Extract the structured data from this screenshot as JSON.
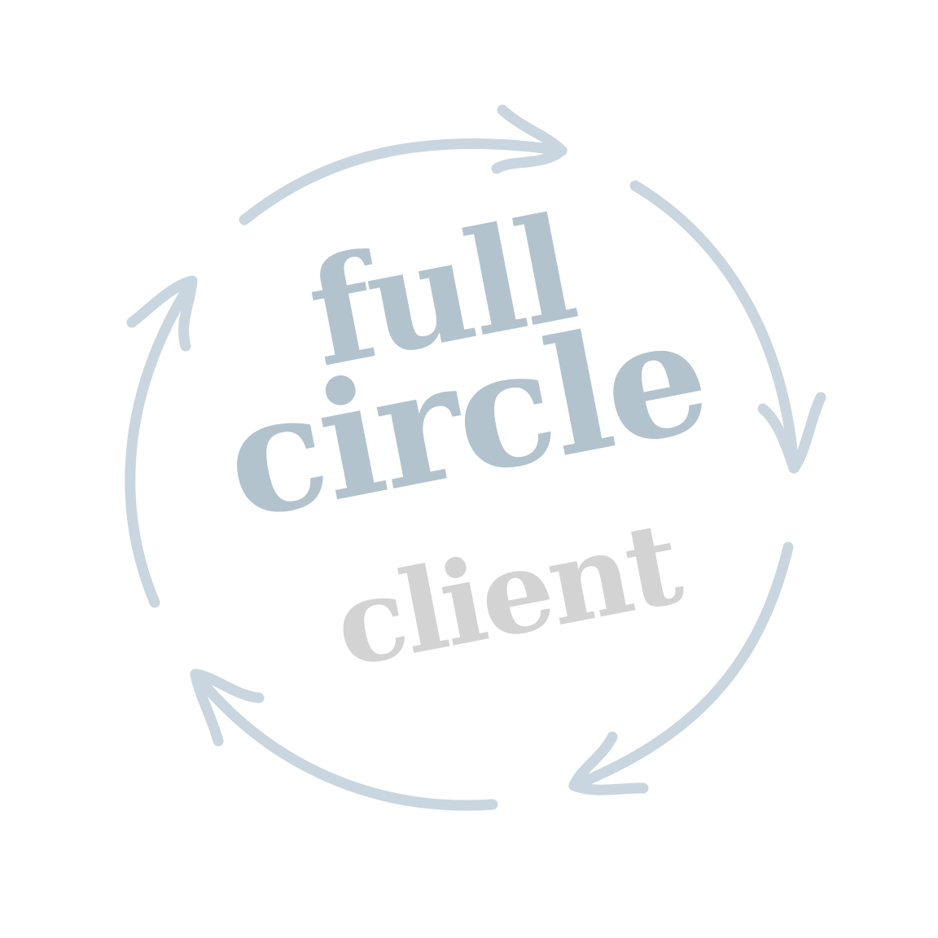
{
  "logo": {
    "line1": "full",
    "line2": "circle",
    "line3": "client"
  },
  "colors": {
    "arrow": "#c9d6df",
    "primary_text": "#b2c3ce",
    "secondary_text": "#d3d3d3",
    "background": "#ffffff"
  },
  "icons": {
    "arrows": "circular-refresh-arrows-icon"
  }
}
